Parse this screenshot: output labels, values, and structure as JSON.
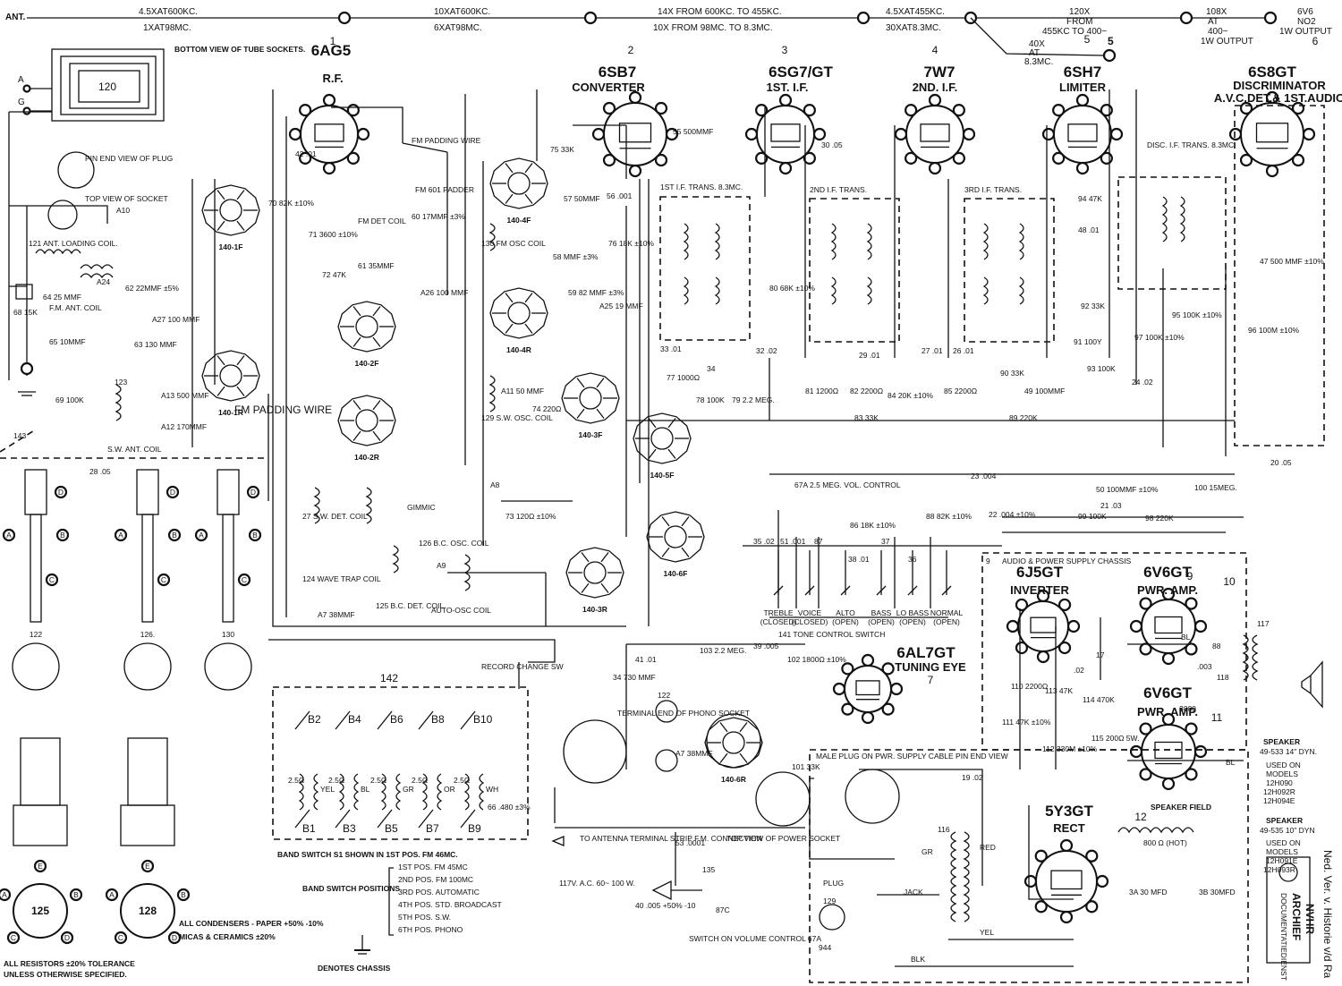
{
  "top_bar": {
    "ant": "ANT.",
    "g1": [
      "4.5XAT600KC.",
      "1XAT98MC."
    ],
    "g2": [
      "10XAT600KC.",
      "6XAT98MC."
    ],
    "g3": [
      "14X FROM 600KC. TO 455KC.",
      "10X FROM 98MC. TO 8.3MC."
    ],
    "g4": [
      "4.5XAT455KC.",
      "30XAT8.3MC."
    ],
    "g5": [
      "120X",
      "FROM",
      "455KC TO 400~"
    ],
    "g6": [
      "108X",
      "AT",
      "400~",
      "1W OUTPUT"
    ],
    "g7": [
      "6V6",
      "NO2",
      "1W OUTPUT"
    ],
    "g8": [
      "40X",
      "AT",
      "8.3MC."
    ]
  },
  "tubes": [
    {
      "num": "1",
      "type": "6AG5",
      "role": "R.F."
    },
    {
      "num": "2",
      "type": "6SB7",
      "role": "CONVERTER"
    },
    {
      "num": "3",
      "type": "6SG7/GT",
      "role": "1ST. I.F."
    },
    {
      "num": "4",
      "type": "7W7",
      "role": "2ND. I.F."
    },
    {
      "num": "5",
      "type": "6SH7",
      "role": "LIMITER"
    },
    {
      "num": "6",
      "type": "6S8GT",
      "role": "DISCRIMINATOR",
      "role2": "A.V.C.DET.& 1ST.AUDIO"
    },
    {
      "num": "9",
      "type": "6J5GT",
      "role": "INVERTER"
    },
    {
      "num": "10",
      "type": "6V6GT",
      "role": "PWR. AMP."
    },
    {
      "num": "11",
      "type": "6V6GT",
      "role": "PWR. AMP."
    },
    {
      "num": "12",
      "type": "5Y3GT",
      "role": "RECT"
    },
    {
      "num": "7",
      "type": "6AL7GT",
      "role": "TUNING EYE"
    }
  ],
  "antenna": {
    "a": "A",
    "g": "G",
    "loop": "120",
    "bottom_view": "BOTTOM VIEW OF TUBE SOCKETS.",
    "pin_end": "PIN END VIEW OF PLUG",
    "top_view": "TOP VIEW OF SOCKET",
    "loading_coil": "121 ANT. LOADING COIL.",
    "fm_ant_coil": "F.M. ANT. COIL",
    "sw_ant_coil": "S.W. ANT. COIL",
    "fm_pad": "FM PADDING WIRE",
    "fm_pad2": "FM PADDING WIRE"
  },
  "if_trans": [
    "1ST I.F. TRANS. 8.3MC.",
    "2ND I.F. TRANS.",
    "3RD I.F. TRANS.",
    "DISC. I.F. TRANS. 8.3MC."
  ],
  "components": {
    "r68": "68 15K",
    "r69": "69 100K",
    "c65": "65 10MMF",
    "c64": "64 25 MMF",
    "c62": "62 22MMF ±5%",
    "c63": "63 130 MMF",
    "a27": "A27 100 MMF",
    "a13": "A13 500 MMF",
    "a12": "A12 170MMF",
    "c42": "42 .01",
    "r70": "70 82K ±10%",
    "r71": "71 3600 ±10%",
    "r72": "72 47K",
    "c61": "61 35MMF",
    "c60": "60 17MMF ±3%",
    "a26": "A26 100 MMF",
    "c55": "55 500MMF",
    "r75": "75 33K",
    "c57": "57 50MMF",
    "c56": "56 .001",
    "c58": "58 MMF ±3%",
    "r76": "76 18K ±10%",
    "c59": "59 82 MMF ±3%",
    "a25": "A25 19 MMF",
    "c33": "33 .01",
    "r77": "77 1000Ω",
    "c34": "34",
    "r78": "78 100K",
    "r79": "79 2.2 MEG.",
    "c32": "32 .02",
    "r80": "80 68K ±10%",
    "c30": "30 .05",
    "r81": "81 1200Ω",
    "r82": "82 2200Ω",
    "r83": "83 33K",
    "r84": "84 20K ±10%",
    "r85": "85 2200Ω",
    "c27": "27 .01",
    "c26": "26 .01",
    "c29": "29 .01",
    "r90": "90 33K",
    "r89": "89 220K",
    "c49": "49 100MMF",
    "r91": "91 100Y",
    "r92": "92 33K",
    "r93": "93 100K",
    "r94": "94 47K",
    "c48": "48 .01",
    "c24": "24 .02",
    "r97": "97 100K ±10%",
    "r95": "95 100K ±10%",
    "r96": "96 100M ±10%",
    "c47": "47 500 MMF ±10%",
    "c20": "20 .05",
    "c23": "23 .004",
    "c22": "22 .004 ±10%",
    "c50": "50 100MMF ±10%",
    "r100": "100 15MEG.",
    "c21": "21 .03",
    "r99": "99 100K",
    "r98": "98 220K",
    "r88": "88 82K ±10%",
    "r86": "86 18K ±10%",
    "vol": "67A 2.5 MEG. VOL. CONTROL",
    "c28": "28 .05",
    "r73": "73 120Ω ±10%",
    "r74": "74 220Ω",
    "c41": "41 .01",
    "r103": "103 2.2 MEG.",
    "c39": "39 .005",
    "r102": "102 1800Ω ±10%",
    "c34b": "34 730 MMF",
    "c19": "19 .02",
    "c17": "17",
    "c16": ".02",
    "r110": "110 2200Ω",
    "c111": "111 47K ±10%",
    "r113": "113 47K",
    "r114": "114 470K",
    "r112": "112 330M ±10%",
    "r115": "115 200Ω 5W.",
    "c118": ".003",
    "c118b": "118",
    "c3a": "3A 30 MFD",
    "c3b": "3B 30MFD",
    "c53": "53 .0001",
    "c40": "40 .005 +50% -10",
    "c101": "101 33K"
  },
  "bands": {
    "title": "142",
    "record_change": "RECORD CHANGE SW",
    "top": [
      "B2",
      "B4",
      "B6",
      "B8",
      "B10"
    ],
    "bottom": [
      "B1",
      "B3",
      "B5",
      "B7",
      "B9"
    ],
    "wires": [
      "YEL",
      "BL",
      "GR",
      "OR",
      "WH"
    ],
    "ohm": "2.5Ω",
    "c66": "66 .480 ±3%",
    "note": "BAND SWITCH S1 SHOWN IN 1ST POS. FM 46MC.",
    "positions_label": "BAND SWITCH POSITIONS",
    "positions": [
      "1ST POS. FM 45MC",
      "2ND POS. FM 100MC",
      "3RD POS. AUTOMATIC",
      "4TH POS. STD. BROADCAST",
      "5TH POS. S.W.",
      "6TH POS. PHONO"
    ]
  },
  "tone": {
    "label": "141 TONE CONTROL SWITCH",
    "items": [
      "TREBLE (CLOSED)",
      "VOICE (CLOSED)",
      "ALTO (OPEN)",
      "BASS (OPEN)",
      "LO BASS (OPEN)",
      "NORMAL (OPEN)"
    ],
    "c35": "35 .02",
    "c51": "51 .001",
    "c87": "87",
    "c38": "38 .01",
    "c37": "37",
    "c36": "36"
  },
  "phono": {
    "terminal": "TERMINAL END OF PHONO SOCKET",
    "antenna_strip": "TO ANTENNA TERMINAL STRIP F.M. CONNECTION",
    "power": "117V. A.C. 60~ 100 W.",
    "top_power": "TOP VIEW OF POWER SOCKET",
    "switch": "SWITCH ON VOLUME CONTROL 67A",
    "male_plug": "MALE PLUG ON PWR. SUPPLY CABLE PIN END VIEW",
    "c135": "135",
    "c87c": "87C"
  },
  "audio": {
    "chassis": "AUDIO & POWER SUPPLY CHASSIS",
    "t117": "117",
    "speaker1": [
      "SPEAKER",
      "49-533 14\" DYN.",
      "USED ON",
      "MODELS",
      "12H090",
      "12H092R",
      "12H094E"
    ],
    "speaker2": [
      "SPEAKER",
      "49-535 10\" DYN",
      "USED ON",
      "MODELS",
      "12H091E",
      "12H093R"
    ],
    "field": "SPEAKER FIELD",
    "field_val": "800 Ω (HOT)",
    "wires": [
      "RED",
      "GR",
      "YEL",
      "BLK",
      "BL",
      "BL"
    ],
    "plug": "PLUG",
    "n129": "129",
    "n144": "944",
    "n116": "116",
    "jack": "JACK",
    "c300": "3000",
    "c88": "88"
  },
  "coils": {
    "c27": "27 S.W. DET. COIL",
    "c124": "124 WAVE TRAP COIL",
    "c125": "125 B.C. DET. COIL",
    "c126": "126 B.C. OSC. COIL",
    "c129": "129 S.W. OSC. COIL",
    "c130": "130 FM OSC COIL",
    "auto": "AUTO-OSC COIL",
    "gimmic": "GIMMIC",
    "fmdet": "FM DET COIL",
    "fmpad": "FM PADDING WIRE",
    "fmpadder": "FM 601 PADDER",
    "a7": "A7 38MMF",
    "a9": "A9",
    "a8": "A8",
    "a11": "A11 50 MMF",
    "a10": "A10",
    "a24": "A24",
    "n123": "123",
    "n143": "143"
  },
  "wafers": [
    "140-1F",
    "140-2F",
    "140-2R",
    "140-1R",
    "140-4F",
    "140-4R",
    "140-3F",
    "140-5F",
    "140-3R",
    "140-6F",
    "140-6R"
  ],
  "parts": [
    "122",
    "126.",
    "130",
    "125",
    "128"
  ],
  "pin_letters": [
    "A",
    "B",
    "C",
    "D",
    "E"
  ],
  "notes": {
    "resistors": "ALL RESISTORS ±20% TOLERANCE UNLESS OTHERWISE SPECIFIED.",
    "condensers": "ALL CONDENSERS - PAPER +50% -10%",
    "micas": "MICAS & CERAMICS ±20%",
    "chassis": "DENOTES CHASSIS"
  },
  "stamp": {
    "archief": "ARCHIEF",
    "sub": "DOCUMENTATIEDIENST",
    "nvhr": "NVHR",
    "side": "Ned. Ver. v. Historie v/d Ra"
  }
}
